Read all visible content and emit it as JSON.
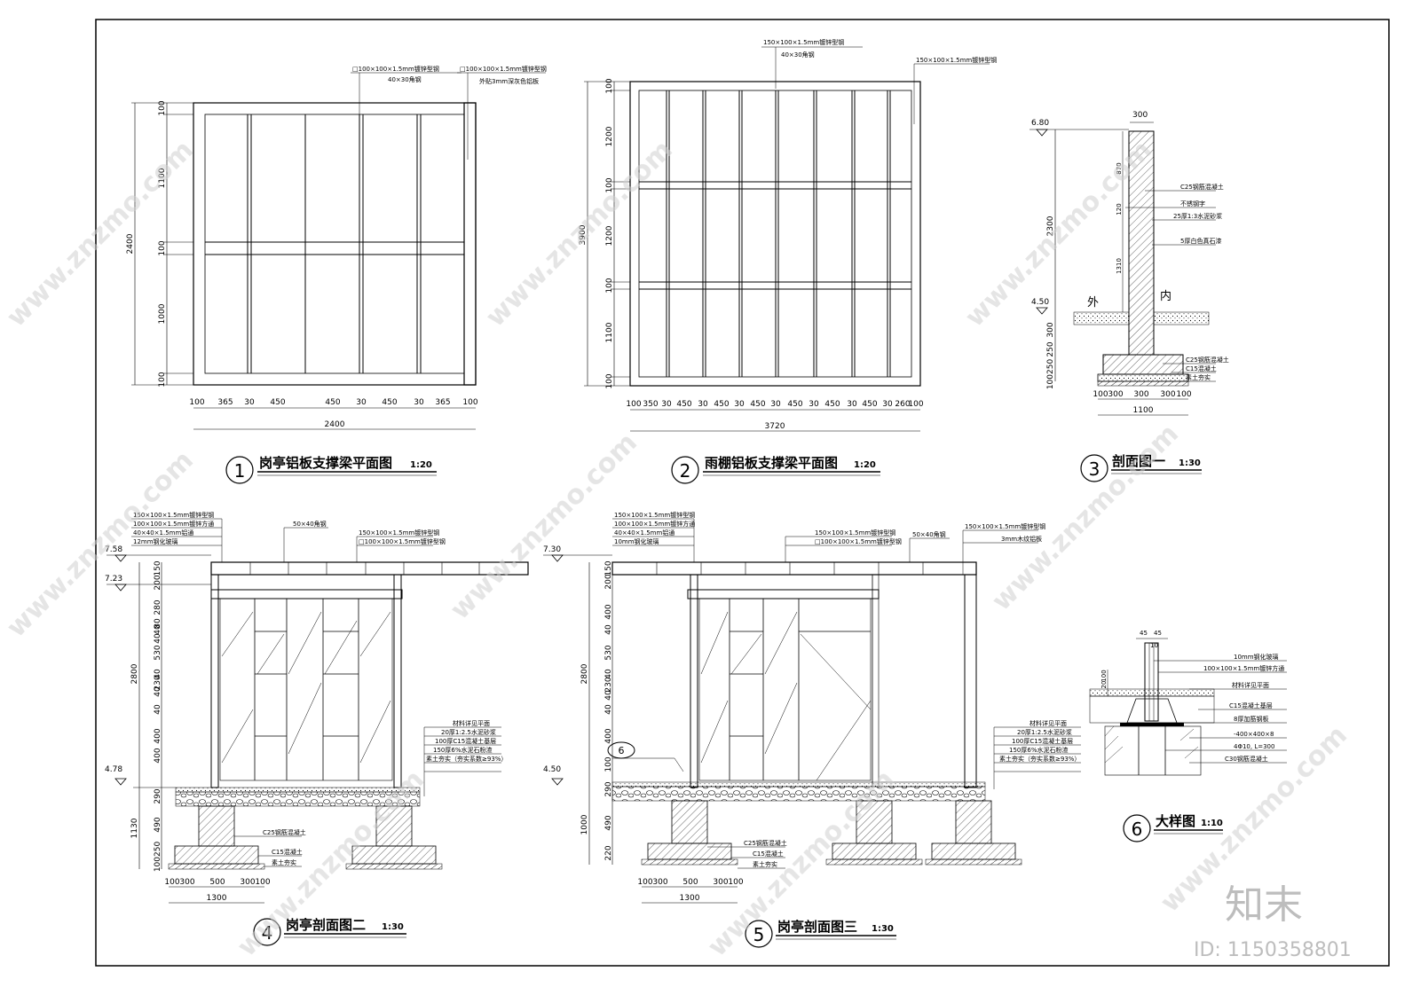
{
  "drawings": {
    "d1": {
      "number": "1",
      "title": "岗亭铝板支撑梁平面图",
      "scale": "1:20",
      "notes": [
        "□100×100×1.5mm镀锌型钢",
        "40×30角钢",
        "□100×100×1.5mm镀锌型钢",
        "外贴3mm深灰色铝板"
      ],
      "dims_left": [
        "2400",
        "100",
        "1100",
        "100",
        "1000",
        "100"
      ],
      "dims_bottom": [
        "100",
        "365",
        "30",
        "450",
        "450",
        "30",
        "450",
        "30",
        "365",
        "100"
      ],
      "total_bottom": "2400"
    },
    "d2": {
      "number": "2",
      "title": "雨棚铝板支撑梁平面图",
      "scale": "1:20",
      "notes": [
        "150×100×1.5mm镀锌型钢",
        "40×30角钢",
        "150×100×1.5mm镀锌型钢"
      ],
      "dims_left": [
        "3900",
        "100",
        "1200",
        "100",
        "1200",
        "100",
        "1100",
        "100"
      ],
      "dims_bottom": [
        "100",
        "350",
        "30",
        "450",
        "30",
        "450",
        "30",
        "450",
        "30",
        "450",
        "30",
        "450",
        "30",
        "450",
        "30",
        "260",
        "100"
      ],
      "total_bottom": "3720"
    },
    "d3": {
      "number": "3",
      "title": "剖面图一",
      "scale": "1:30",
      "top_dim": "300",
      "levels": [
        "6.80",
        "4.50"
      ],
      "dims_left": [
        "2300",
        "300",
        "250",
        "100250"
      ],
      "dims_inner": [
        "870",
        "120",
        "1310"
      ],
      "labels": [
        "外",
        "内"
      ],
      "notes": [
        "C25钢筋混凝土",
        "不锈钢字",
        "25厚1:3水泥砂浆",
        "5厚白色真石漆",
        "C25钢筋混凝土",
        "C15混凝土",
        "素土夯实"
      ],
      "dims_bottom": [
        "100",
        "300",
        "300",
        "300",
        "100"
      ],
      "total_bottom": "1100"
    },
    "d4": {
      "number": "4",
      "title": "岗亭剖面图二",
      "scale": "1:30",
      "levels": [
        "7.58",
        "7.23",
        "4.78"
      ],
      "notes_top": [
        "150×100×1.5mm镀锌型钢",
        "100×100×1.5mm镀锌方通",
        "40×40×1.5mm铝通",
        "12mm钢化玻璃",
        "50×40角钢",
        "150×100×1.5mm镀锌型钢",
        "□100×100×1.5mm镀锌型钢"
      ],
      "notes_floor": [
        "材料详见平面",
        "20厚1:2.5水泥砂浆",
        "100厚C15混凝土基层",
        "150厚6%水泥石粉渣",
        "素土夯实（夯实系数≥93%）"
      ],
      "notes_footing": [
        "C25钢筋混凝土",
        "C15混凝土",
        "素土夯实"
      ],
      "dims_left": [
        "150",
        "200",
        "280",
        "80",
        "40",
        "40",
        "530",
        "2800",
        "40",
        "230",
        "40",
        "40",
        "400",
        "400",
        "290",
        "1130",
        "490",
        "100250"
      ],
      "dims_bottom": [
        "100",
        "300",
        "500",
        "300",
        "100"
      ],
      "total_bottom": "1300"
    },
    "d5": {
      "number": "5",
      "title": "岗亭剖面图三",
      "scale": "1:30",
      "levels": [
        "7.30",
        "4.50"
      ],
      "callout": "6",
      "notes_top": [
        "150×100×1.5mm镀锌型钢",
        "100×100×1.5mm镀锌方通",
        "40×40×1.5mm铝通",
        "10mm钢化玻璃",
        "150×100×1.5mm镀锌型钢",
        "□100×100×1.5mm镀锌型钢",
        "50×40角钢",
        "150×100×1.5mm镀锌型钢",
        "3mm木纹铝板"
      ],
      "notes_floor": [
        "材料详见平面",
        "20厚1:2.5水泥砂浆",
        "100厚C15混凝土基层",
        "150厚6%水泥石粉渣",
        "素土夯实（夯实系数≥93%）"
      ],
      "notes_footing": [
        "C25钢筋混凝土",
        "C15混凝土",
        "素土夯实"
      ],
      "dims_left": [
        "150",
        "200",
        "400",
        "40",
        "530",
        "2800",
        "40",
        "230",
        "40",
        "40",
        "400",
        "100",
        "290",
        "1000",
        "490",
        "220"
      ],
      "dims_bottom": [
        "100",
        "300",
        "500",
        "300",
        "100"
      ],
      "total_bottom": "1300"
    },
    "d6": {
      "number": "6",
      "title": "大样图",
      "scale": "1:10",
      "top_dims": [
        "45",
        "45"
      ],
      "inner_dim": "10",
      "dims_left": [
        "20",
        "100"
      ],
      "notes": [
        "10mm钢化玻璃",
        "100×100×1.5mm镀锌方通",
        "材料详见平面",
        "C15混凝土基层",
        "8厚加筋钢板",
        "-400×400×8",
        "4Φ10, L=300",
        "C30钢筋混凝土"
      ]
    }
  },
  "watermark": {
    "text": "www.znzmo.com",
    "brand": "知末",
    "id": "ID: 1150358801"
  }
}
